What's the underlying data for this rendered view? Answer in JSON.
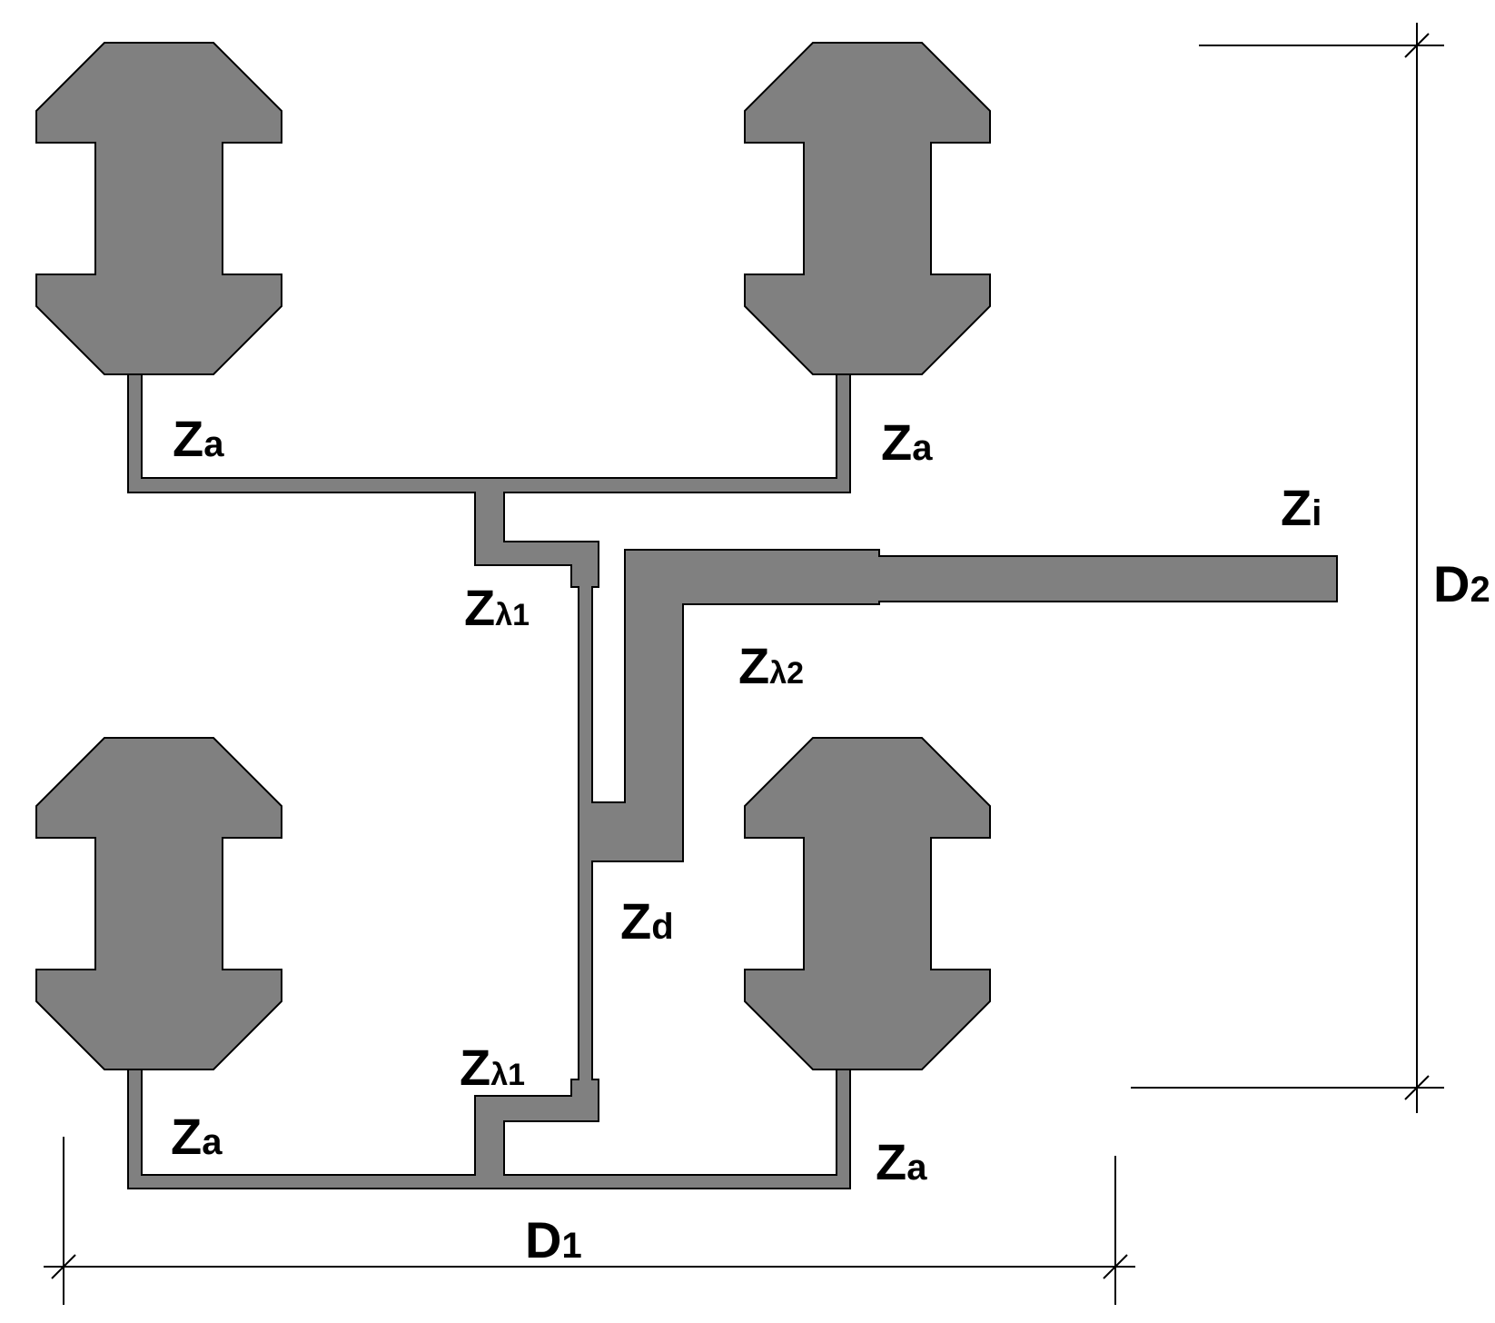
{
  "diagram": {
    "colors": {
      "metal": "#808080",
      "outline": "#000000",
      "background": "#ffffff",
      "dimension_line": "#000000"
    },
    "labels": {
      "za_top_left": {
        "main": "Z",
        "sub": "a"
      },
      "za_top_right": {
        "main": "Z",
        "sub": "a"
      },
      "za_bottom_left": {
        "main": "Z",
        "sub": "a"
      },
      "za_bottom_right": {
        "main": "Z",
        "sub": "a"
      },
      "zi": {
        "main": "Z",
        "sub": "i"
      },
      "zlambda1_upper": {
        "main": "Z",
        "sub": "λ1"
      },
      "zlambda1_lower": {
        "main": "Z",
        "sub": "λ1"
      },
      "zlambda2": {
        "main": "Z",
        "sub": "λ2"
      },
      "zd": {
        "main": "Z",
        "sub": "d"
      },
      "d1": {
        "main": "D",
        "sub": "1"
      },
      "d2": {
        "main": "D",
        "sub": "2"
      }
    }
  }
}
